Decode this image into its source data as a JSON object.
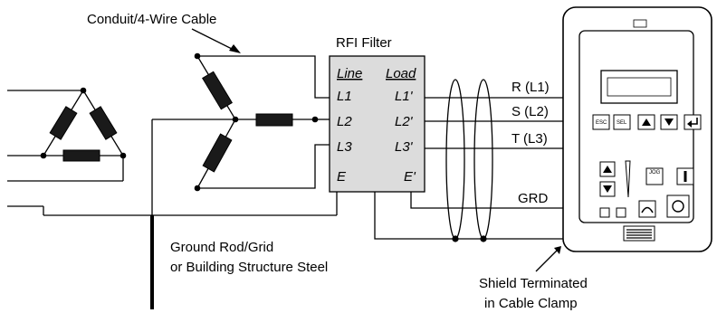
{
  "labels": {
    "conduit_cable": "Conduit/4-Wire Cable",
    "rfi_filter": "RFI Filter",
    "ground_rod_line1": "Ground Rod/Grid",
    "ground_rod_line2": "or Building Structure Steel",
    "shield_line1": "Shield Terminated",
    "shield_line2": "in Cable Clamp"
  },
  "filter_terminals": {
    "line_header": "Line",
    "load_header": "Load",
    "line": [
      "L1",
      "L2",
      "L3",
      "E"
    ],
    "load": [
      "L1'",
      "L2'",
      "L3'",
      "E'"
    ]
  },
  "outputs": {
    "r": "R (L1)",
    "s": "S (L2)",
    "t": "T (L3)",
    "grd": "GRD"
  },
  "drive_keypad": {
    "esc": "ESC",
    "sel": "SEL",
    "jog": "JOG"
  }
}
